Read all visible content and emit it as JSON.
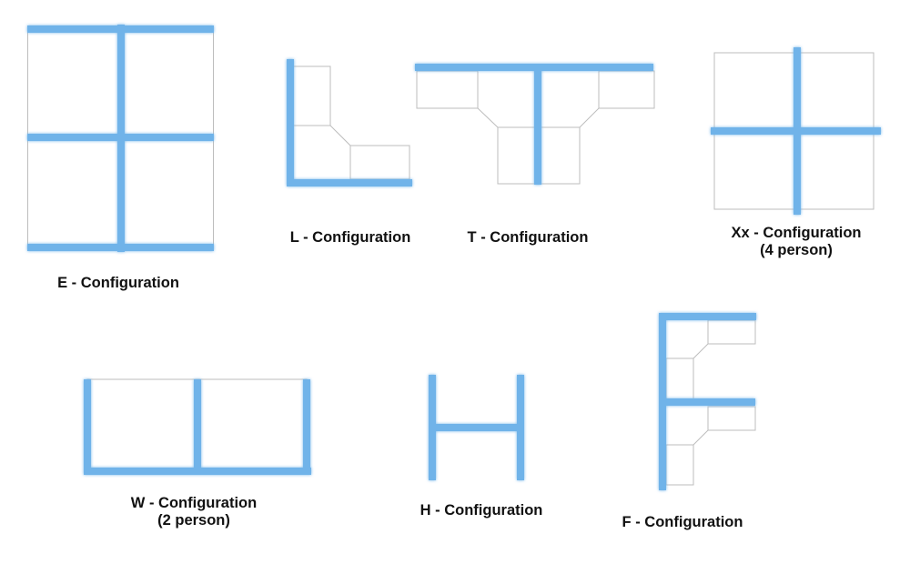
{
  "colors": {
    "panel_blue": "#6fb3e9",
    "desk_outline": "#bdbdbd",
    "label_text": "#111111",
    "background": "#ffffff"
  },
  "figures": {
    "e": {
      "label": "E - Configuration"
    },
    "l": {
      "label": "L - Configuration"
    },
    "t": {
      "label": "T - Configuration"
    },
    "xx": {
      "label": "Xx - Configuration",
      "sublabel": "(4 person)"
    },
    "w": {
      "label": "W - Configuration",
      "sublabel": "(2 person)"
    },
    "h": {
      "label": "H - Configuration"
    },
    "f": {
      "label": "F - Configuration"
    }
  }
}
